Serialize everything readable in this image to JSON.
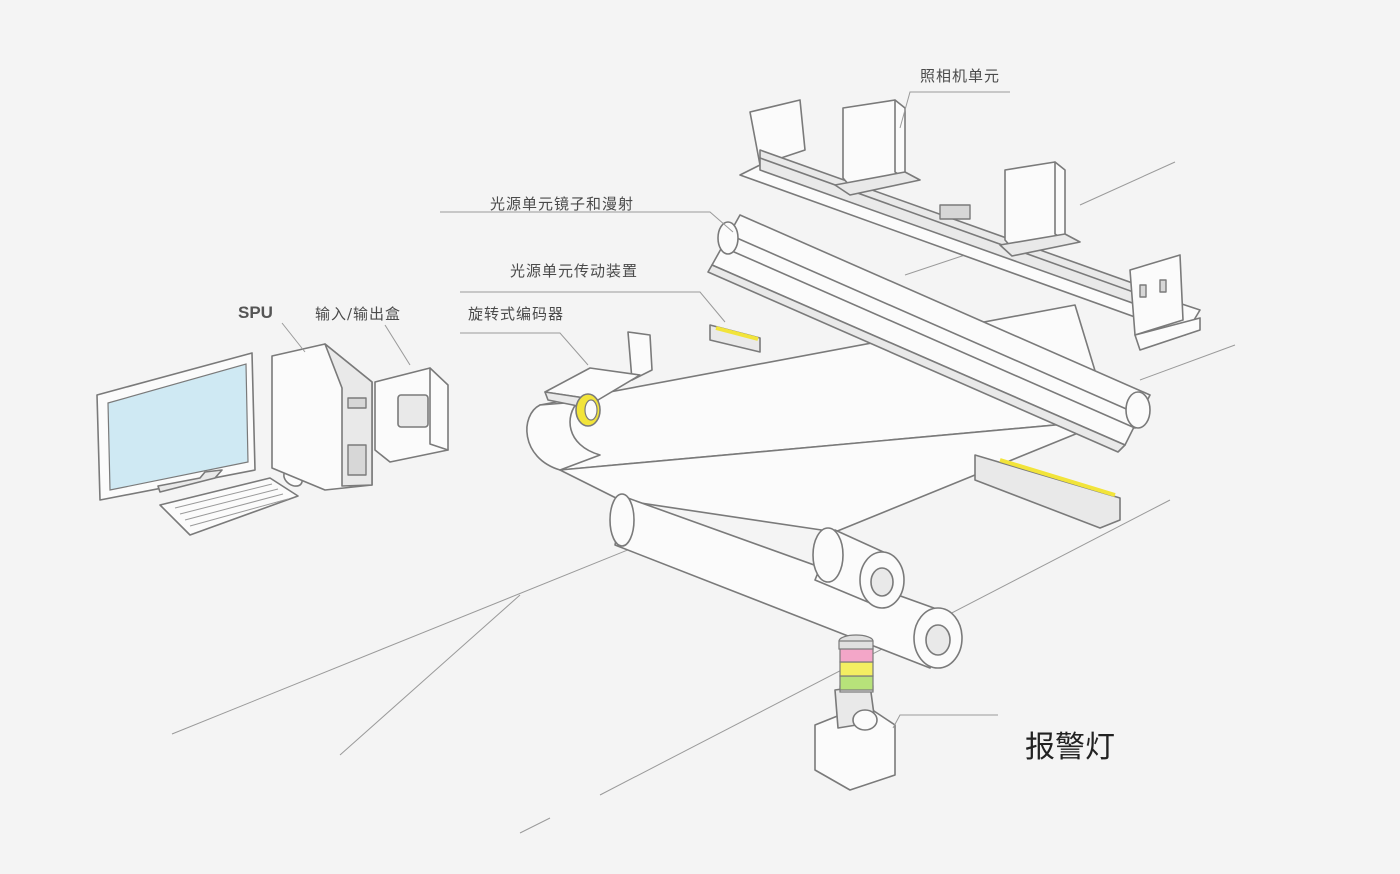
{
  "labels": {
    "camera_unit": "照相机单元",
    "light_mirror_diffuse": "光源单元镜子和漫射",
    "light_drive": "光源单元传动装置",
    "rotary_encoder": "旋转式编码器",
    "spu": "SPU",
    "io_box": "输入/输出盒",
    "alarm_light": "报警灯"
  },
  "colors": {
    "background": "#f4f4f4",
    "line": "#7a7a7a",
    "screen": "#cfe9f3",
    "accent_yellow": "#f2e43a",
    "alarm_pink": "#f3a6c8",
    "alarm_yellow": "#f3ee62",
    "alarm_green": "#b7e27a"
  }
}
